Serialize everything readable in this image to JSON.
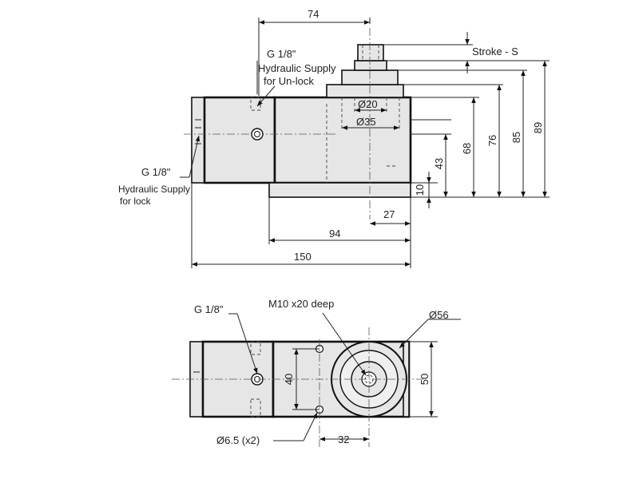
{
  "labels": {
    "unlock_port": "G 1/8\"",
    "unlock_desc_1": "Hydraulic Supply",
    "unlock_desc_2": "for Un-lock",
    "lock_port": "G 1/8\"",
    "lock_desc_1": "Hydraulic Supply",
    "lock_desc_2": "for lock",
    "stroke": "Stroke - S",
    "dia_20": "Ø20",
    "dia_35": "Ø35",
    "top_port": "G 1/8\"",
    "thread": "M10 x20 deep",
    "dia_56": "Ø56",
    "holes": "Ø6.5 (x2)"
  },
  "dimensions": {
    "d74": "74",
    "d89": "89",
    "d85": "85",
    "d76": "76",
    "d68": "68",
    "d43": "43",
    "d10": "10",
    "d27": "27",
    "d94": "94",
    "d150": "150",
    "d40": "40",
    "d50": "50",
    "d32": "32"
  }
}
